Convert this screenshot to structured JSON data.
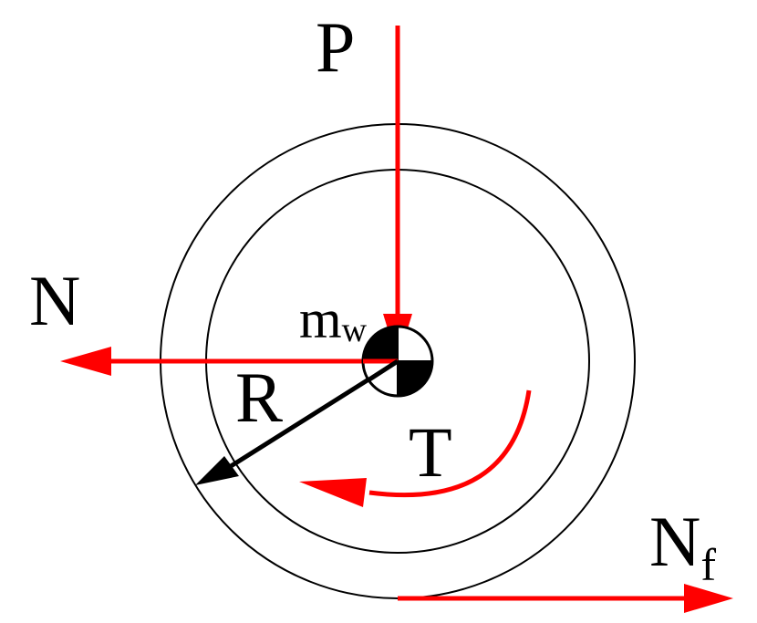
{
  "labels": {
    "force_p": "P",
    "force_n": "N",
    "force_nf_main": "N",
    "force_nf_sub": "f",
    "radius": "R",
    "torque": "T",
    "mass_main": "m",
    "mass_sub": "w"
  },
  "colors": {
    "force": "#ff0000",
    "line": "#000000",
    "background": "#ffffff"
  }
}
